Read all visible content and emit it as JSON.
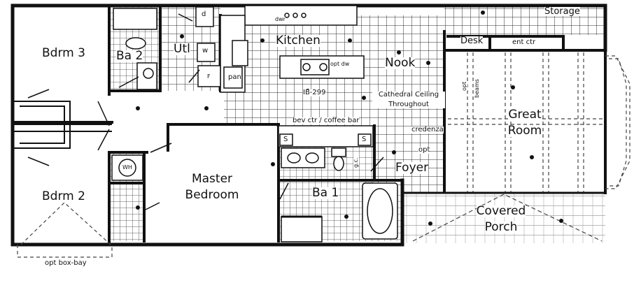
{
  "labels": {
    "bdrm3": "Bdrm 3",
    "ba2": "Ba 2",
    "utl": "Utl",
    "dwr": "dwr",
    "d": "d",
    "w": "w",
    "f": "F",
    "pan": "pan",
    "kitchen": "Kitchen",
    "nook": "Nook",
    "storage": "Storage",
    "desk": "Desk",
    "ent_ctr": "ent ctr",
    "opt_dw": "opt dw",
    "ib": "IB-299",
    "cathedral_1": "Cathedral Ceiling",
    "cathedral_2": "Throughout",
    "opt_beams_1": "opt",
    "opt_beams_2": "beams",
    "great_1": "Great",
    "great_2": "Room",
    "bev_ctr": "bev ctr / coffee bar",
    "s1": "S",
    "s2": "S",
    "credenza": "credenza",
    "opt": "opt",
    "gc": "g.c.",
    "foyer": "Foyer",
    "wh": "WH",
    "master_1": "Master",
    "master_2": "Bedroom",
    "ba1": "Ba 1",
    "bdrm2": "Bdrm 2",
    "covered_1": "Covered",
    "covered_2": "Porch",
    "opt_box_bay": "opt box-bay"
  },
  "colors": {
    "wall": "#111111",
    "grid": "#2a2a2a",
    "paper": "#ffffff"
  }
}
